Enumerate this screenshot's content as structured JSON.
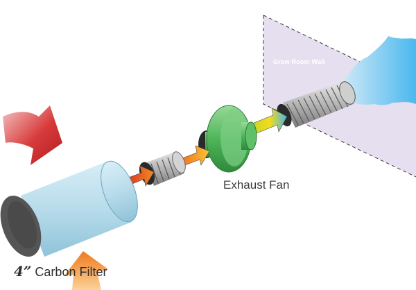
{
  "labels": {
    "wall": "Grow Room Wall",
    "fan": "Exhaust Fan",
    "filter_size": "4”",
    "filter_name": " Carbon Filter"
  },
  "colors": {
    "wall_fill": "#e6dff0",
    "outside_air": "#5fc3ee",
    "cool_intake_arrow": "#d02a2a",
    "warm_intake_arrow": "#f5a04a",
    "fan_green": "#4fb55a",
    "filter_body": "#b8dceb",
    "filter_end": "#555555",
    "duct_gray": "#9a9a9a"
  }
}
